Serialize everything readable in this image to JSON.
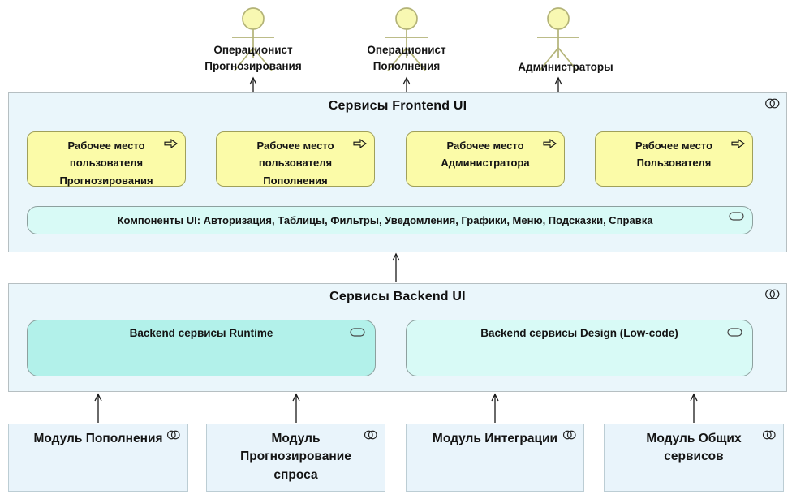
{
  "diagram": {
    "actors": [
      {
        "name": "operator-forecasting",
        "label": "Операционист\nПрогнозирования"
      },
      {
        "name": "operator-replenishment",
        "label": "Операционист\nПополнения"
      },
      {
        "name": "administrators",
        "label": "Администраторы"
      }
    ],
    "frontend": {
      "title": "Сервисы Frontend UI",
      "workstations": [
        {
          "label": "Рабочее место\nпользователя\nПрогнозирования"
        },
        {
          "label": "Рабочее место\nпользователя\nПополнения"
        },
        {
          "label": "Рабочее место\nАдминистратора"
        },
        {
          "label": "Рабочее место\nПользователя"
        }
      ],
      "components_bar": {
        "label": "Компоненты UI: Авторизация, Таблицы, Фильтры, Уведомления, Графики, Меню, Подсказки, Справка"
      }
    },
    "backend": {
      "title": "Сервисы Backend UI",
      "services": [
        {
          "label": "Backend сервисы Runtime"
        },
        {
          "label": "Backend сервисы Design (Low-code)"
        }
      ]
    },
    "modules": [
      {
        "label": "Модуль Пополнения"
      },
      {
        "label": "Модуль\nПрогнозирование\nспроса"
      },
      {
        "label": "Модуль Интеграции"
      },
      {
        "label": "Модуль Общих\nсервисов"
      }
    ],
    "icons": {
      "collaboration": "overlapping-circles-icon",
      "service": "lozenge-icon",
      "workstation": "outline-right-arrow-icon",
      "actor": "stick-figure-icon"
    },
    "colors": {
      "container_fill": "#eaf6fb",
      "container_border": "#b6bfc2",
      "workstation_fill": "#fbfba8",
      "workstation_border": "#a0a05a",
      "service_light_fill": "#d8faf6",
      "service_deep_fill": "#b2f1ea",
      "module_fill": "#e9f4fb",
      "actor_stroke": "#b3b377",
      "actor_head_fill": "#f8f8b2",
      "arrow": "#1a1a1a",
      "text": "#141414"
    }
  }
}
